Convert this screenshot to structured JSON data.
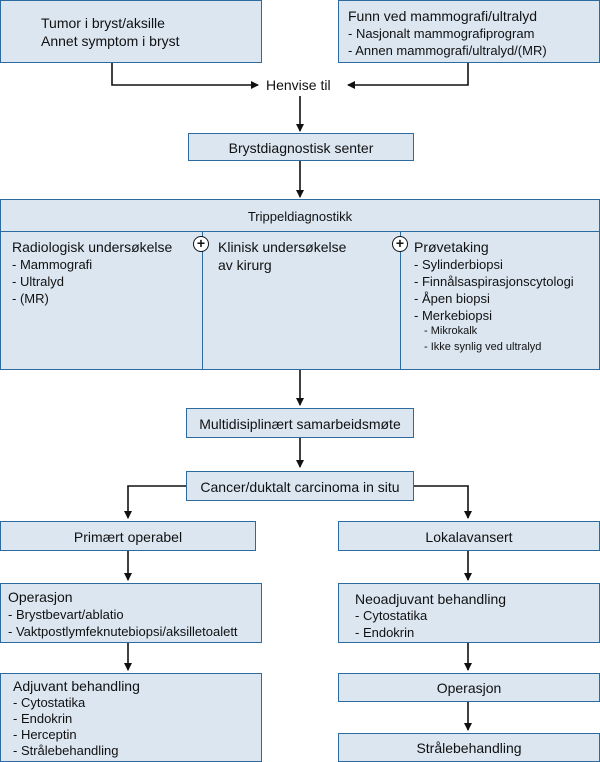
{
  "tumor": {
    "lines": [
      "Tumor i bryst/aksille",
      "Annet symptom i bryst"
    ]
  },
  "funn": {
    "title": "Funn ved mammografi/ultralyd",
    "items": [
      "- Nasjonalt mammografiprogram",
      "- Annen mammografi/ultralyd/(MR)"
    ]
  },
  "henvise": "Henvise til",
  "senter": "Brystdiagnostisk senter",
  "trippel": {
    "title": "Trippeldiagnostikk",
    "plus": "+",
    "radiologisk": {
      "title": "Radiologisk undersøkelse",
      "items": [
        "- Mammografi",
        "- Ultralyd",
        "- (MR)"
      ]
    },
    "klinisk": {
      "lines": [
        "Klinisk undersøkelse",
        "av kirurg"
      ]
    },
    "provetaking": {
      "title": "Prøvetaking",
      "items": [
        "- Sylinderbiopsi",
        "- Finnålsaspirasjonscytologi",
        "- Åpen biopsi",
        "- Merkebiopsi"
      ],
      "subitems": [
        "- Mikrokalk",
        "- Ikke synlig ved ultralyd"
      ]
    }
  },
  "samarbeid": "Multidisiplinært samarbeidsmøte",
  "cancer": "Cancer/duktalt carcinoma in situ",
  "left": {
    "primaert": "Primært operabel",
    "operasjon": {
      "title": "Operasjon",
      "items": [
        "- Brystbevart/ablatio",
        "- Vaktpostlymfeknutebiopsi/aksilletoalett"
      ]
    },
    "adjuvant": {
      "title": "Adjuvant behandling",
      "items": [
        "- Cytostatika",
        "- Endokrin",
        "- Herceptin",
        "- Strålebehandling"
      ]
    }
  },
  "right": {
    "lokal": "Lokalavansert",
    "neo": {
      "title": "Neoadjuvant behandling",
      "items": [
        "- Cytostatika",
        "- Endokrin"
      ]
    },
    "operasjon": "Operasjon",
    "straale": "Strålebehandling"
  }
}
